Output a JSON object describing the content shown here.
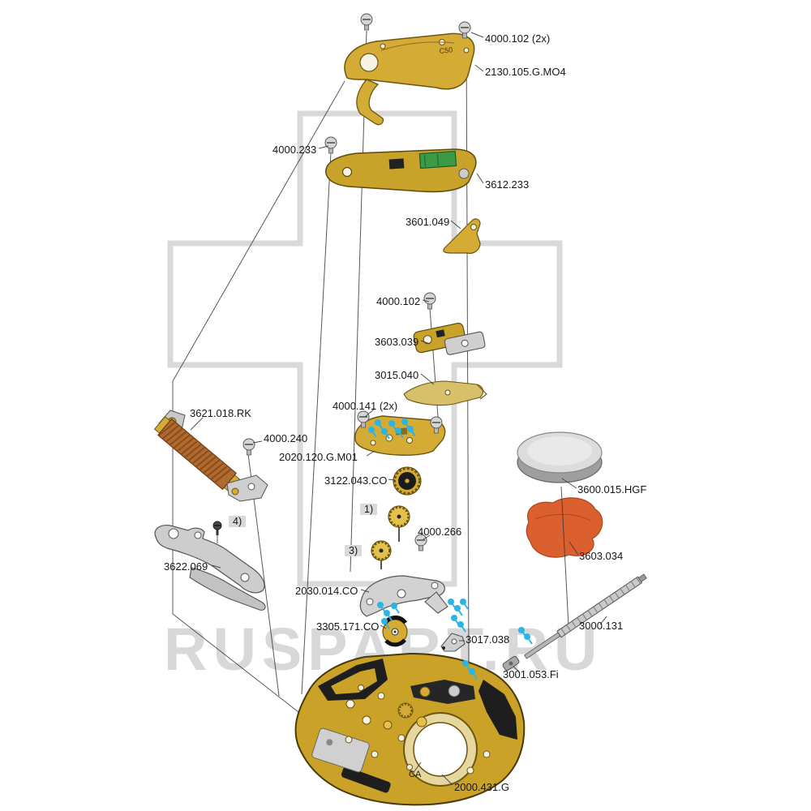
{
  "watermark": {
    "text": "RUSPART.RU"
  },
  "plate_marking": "C50",
  "labels": {
    "screw_top": "4000.102 (2x)",
    "cover_plate": "2130.105.G.MO4",
    "screw_module": "4000.233",
    "module": "3612.233",
    "contact": "3601.049",
    "screw_mid": "4000.102",
    "setting_parts": "3603.039",
    "lever": "3015.040",
    "screws_train": "4000.141 (2x)",
    "coil": "3621.018.RK",
    "screw_coil": "4000.240",
    "train_bridge": "2020.120.G.M01",
    "wheel_a": "3122.043.CO",
    "note1": "1)",
    "screw_center": "4000.266",
    "note3": "3)",
    "center_bridge": "2030.014.CO",
    "rotor": "3305.171.CO",
    "detent": "3017.038",
    "stem": "3000.131",
    "fitting": "3001.053.Fi",
    "lever2": "3622.069",
    "note4": "4)",
    "battery": "3600.015.HGF",
    "insulator": "3603.034",
    "ca": "CA",
    "main_plate": "2000.431.G"
  },
  "colors": {
    "accent_dots": "#2AB5E5",
    "brass": "#D4AB35",
    "coil_copper": "#B06A30",
    "insulator_red": "#DB6030",
    "watermark_gray": "#D8D8D8"
  }
}
